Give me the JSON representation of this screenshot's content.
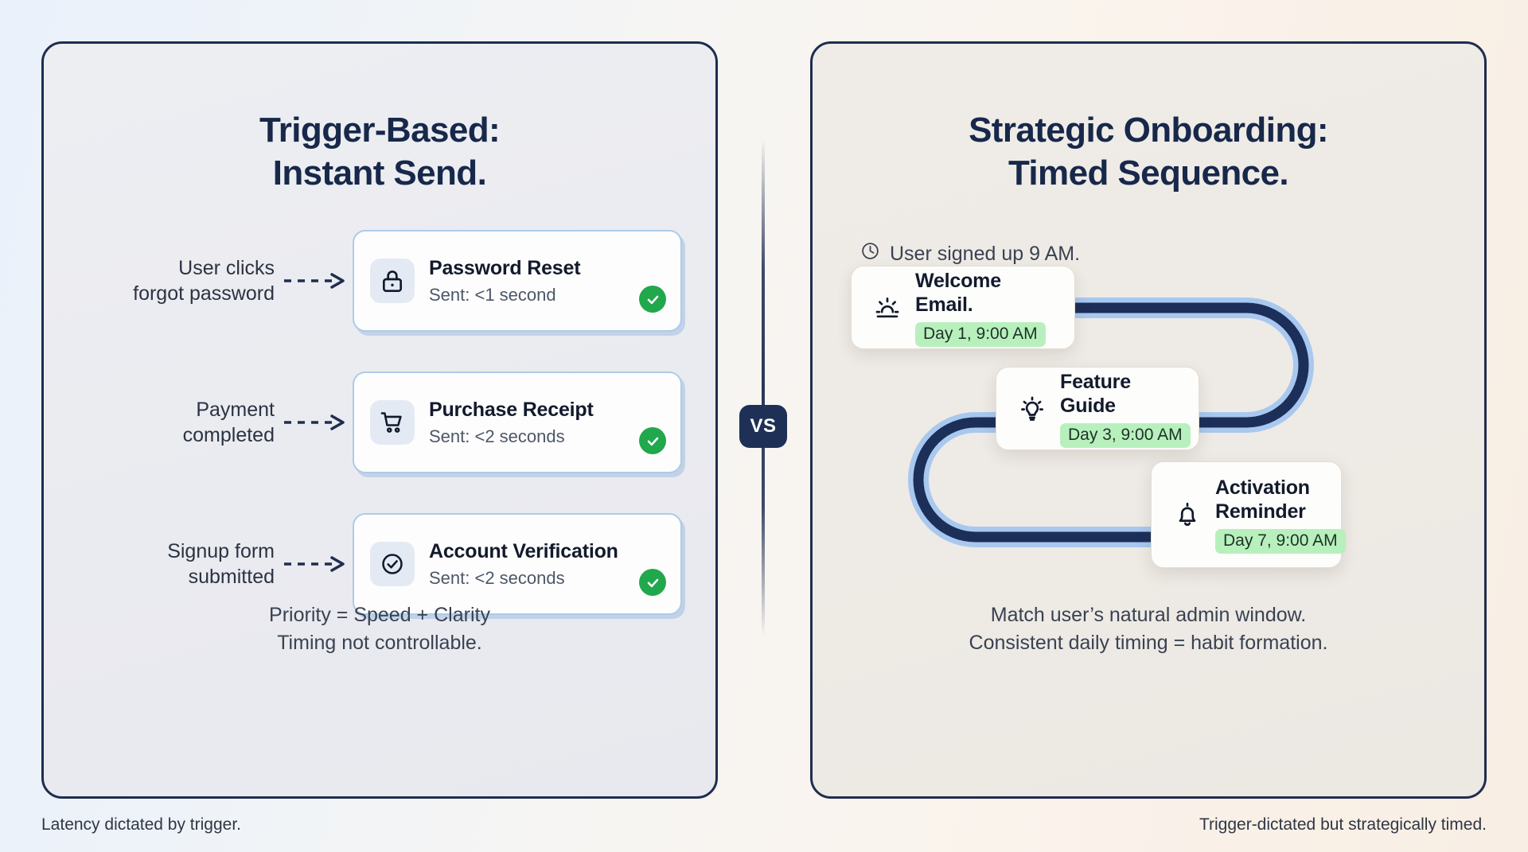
{
  "left_panel": {
    "title_line1": "Trigger-Based:",
    "title_line2": "Instant Send.",
    "rows": [
      {
        "trigger_line1": "User clicks",
        "trigger_line2": "forgot password",
        "icon": "lock-icon",
        "card_title": "Password Reset",
        "card_status": "Sent: <1 second",
        "badge": "check-icon"
      },
      {
        "trigger_line1": "Payment",
        "trigger_line2": "completed",
        "icon": "shopping-cart-icon",
        "card_title": "Purchase Receipt",
        "card_status": "Sent: <2 seconds",
        "badge": "check-icon"
      },
      {
        "trigger_line1": "Signup form",
        "trigger_line2": "submitted",
        "icon": "check-circle-icon",
        "card_title": "Account Verification",
        "card_status": "Sent: <2 seconds",
        "badge": "check-icon"
      }
    ],
    "footnote_line1": "Priority = Speed + Clarity",
    "footnote_line2": "Timing not controllable."
  },
  "right_panel": {
    "title_line1": "Strategic Onboarding:",
    "title_line2": "Timed Sequence.",
    "signup_note": "User signed up 9 AM.",
    "signup_icon": "clock-icon",
    "sequence": [
      {
        "icon": "sunrise-icon",
        "title": "Welcome Email.",
        "schedule": "Day 1, 9:00 AM"
      },
      {
        "icon": "lightbulb-icon",
        "title": "Feature Guide",
        "schedule": "Day 3, 9:00 AM"
      },
      {
        "icon": "bell-icon",
        "title": "Activation Reminder",
        "schedule": "Day 7, 9:00 AM"
      }
    ],
    "footnote_line1": "Match user’s natural admin window.",
    "footnote_line2": "Consistent daily timing = habit formation."
  },
  "divider": {
    "badge_label": "VS"
  },
  "captions": {
    "left": "Latency dictated by trigger.",
    "right": "Trigger-dictated but strategically timed."
  },
  "colors": {
    "navy": "#17284a",
    "card_border_blue": "#aecbe8",
    "success_green": "#22a84c",
    "pill_green": "#b8f0bd",
    "path_dark": "#1b2f58",
    "path_halo": "#a9c8ef"
  }
}
